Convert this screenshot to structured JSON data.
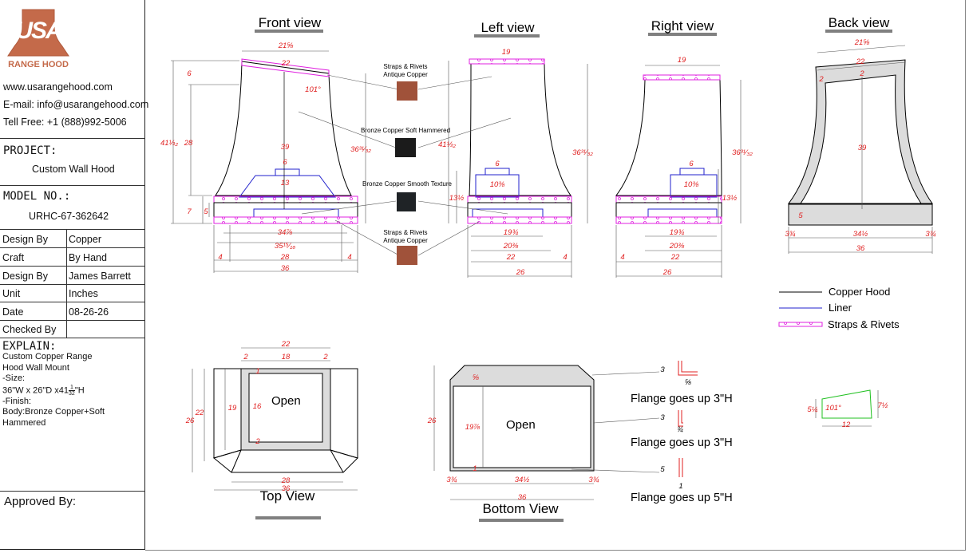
{
  "brand": {
    "logo_letters": "USA",
    "logo_subtitle": "RANGE HOOD",
    "website": "www.usarangehood.com",
    "email": "E-mail: info@usarangehood.com",
    "phone": "Tell Free: +1 (888)992-5006"
  },
  "project": {
    "label": "PROJECT:",
    "value": "Custom Wall Hood"
  },
  "model": {
    "label": "MODEL NO.:",
    "value": "URHC-67-362642"
  },
  "specs": [
    {
      "label": "Design By",
      "value": "Copper"
    },
    {
      "label": "Craft",
      "value": "By Hand"
    },
    {
      "label": "Design By",
      "value": "James Barrett"
    },
    {
      "label": "Unit",
      "value": "Inches"
    },
    {
      "label": "Date",
      "value": "08-26-26"
    },
    {
      "label": "Checked By",
      "value": ""
    }
  ],
  "explain": {
    "label": "EXPLAIN:",
    "lines": [
      "Custom Copper Range",
      "Hood Wall Mount",
      "-Size:",
      "36\"W x 26\"D x41",
      "1",
      "32",
      "\"H",
      "-Finish:",
      "Body:Bronze Copper+Soft",
      "Hammered"
    ]
  },
  "approved": "Approved By:",
  "views": {
    "front": "Front view",
    "left": "Left view",
    "right": "Right view",
    "back": "Back view",
    "top": "Top View",
    "bottom": "Bottom View"
  },
  "swatches": {
    "top_label": [
      "Straps & Rivets",
      "Antique Copper"
    ],
    "mid1_label": "Bronze Copper Soft Hammered",
    "mid2_label": "Bronze Copper Smooth Texture",
    "bottom_label": [
      "Straps & Rivets",
      "Antique Copper"
    ],
    "colors": {
      "copper": "#a0523a",
      "dark": "#1b1b1b",
      "smooth": "#1f2326"
    }
  },
  "legend": [
    {
      "label": "Copper Hood",
      "color": "#000000"
    },
    {
      "label": "Liner",
      "color": "#2222cc"
    },
    {
      "label": "Straps & Rivets",
      "color": "#e020e0"
    }
  ],
  "annotations": {
    "open_top": "Open",
    "open_bottom": "Open",
    "flange1": "Flange goes up 3\"H",
    "flange2": "Flange goes up 3\"H",
    "flange3": "Flange goes up 5\"H"
  },
  "dimensions": {
    "front": {
      "top_width": "21⅝",
      "strap_top": "22",
      "angle": "101°",
      "left_top": "6",
      "height_outer": "41⅓₂",
      "height_28": "28",
      "center_39": "39",
      "right_height": "36³¹⁄₃₂",
      "liner_6": "6",
      "liner_13": "13",
      "left_7": "7",
      "left_5": "5",
      "bottom_34": "34⅞",
      "bottom_35": "35¹⁵⁄₁₆",
      "foot_4_left": "4",
      "foot_28": "28",
      "foot_4_right": "4",
      "total_36": "36"
    },
    "left": {
      "top_19": "19",
      "height_41": "41⅓₂",
      "right_36": "36³¹⁄₃₂",
      "liner_6": "6",
      "liner_10": "10⅜",
      "side_13": "13½",
      "b_19": "19¾",
      "b_20": "20⅜",
      "b_22": "22",
      "b_4": "4",
      "total_26": "26"
    },
    "right": {
      "top_19": "19",
      "right_36": "36³¹⁄₃₂",
      "liner_6": "6",
      "liner_10": "10⅜",
      "side_13": "13½",
      "b_19": "19¾",
      "b_20": "20⅜",
      "b_4": "4",
      "b_22": "22",
      "total_26": "26"
    },
    "back": {
      "top_21": "21⅝",
      "strap_22": "22",
      "left_2": "2",
      "right_2": "2",
      "center_39": "39",
      "inner_5": "5",
      "left_3": "3¾",
      "mid_34": "34½",
      "right_3": "3¾",
      "total_36": "36"
    },
    "top": {
      "w_22": "22",
      "m_2a": "2",
      "m_18": "18",
      "m_2b": "2",
      "i_1": "1",
      "h_26": "26",
      "h_22": "22",
      "h_19": "19",
      "h_16": "16",
      "i_2": "2",
      "w_28": "28",
      "w_36": "36"
    },
    "bottom": {
      "c_5": "⅝",
      "h_26": "26",
      "h_19": "19⅞",
      "i_1": "1",
      "l_3": "3¾",
      "m_34": "34½",
      "r_3": "3¾",
      "w_36": "36"
    },
    "flanges": {
      "f1_3": "3",
      "f1_t": "⅝",
      "f2_3": "3",
      "f2_t": "¾",
      "f3_5": "5",
      "f3_t": "1"
    },
    "detail": {
      "l": "5¼",
      "angle": "101°",
      "r": "7½",
      "w": "12"
    }
  }
}
